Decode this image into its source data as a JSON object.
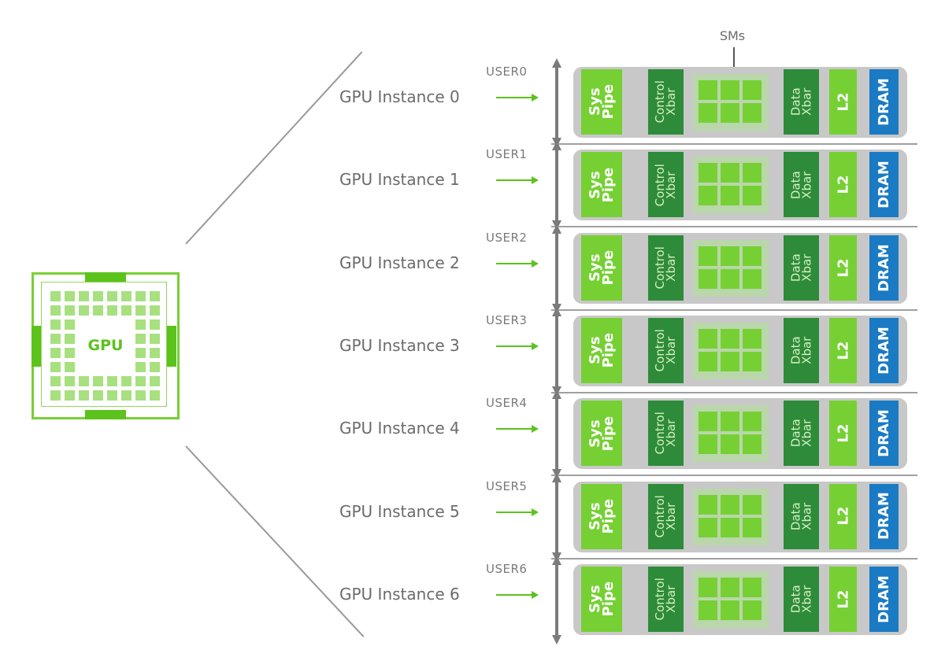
{
  "gpu": {
    "label": "GPU"
  },
  "sms_annotation": "SMs",
  "block_labels": {
    "sys_pipe": [
      "Sys",
      "Pipe"
    ],
    "control_xbar": [
      "Control",
      "Xbar"
    ],
    "data_xbar": [
      "Data",
      "Xbar"
    ],
    "l2": "L2",
    "dram": "DRAM"
  },
  "instances": [
    {
      "user": "USER0",
      "name": "GPU Instance 0"
    },
    {
      "user": "USER1",
      "name": "GPU Instance 1"
    },
    {
      "user": "USER2",
      "name": "GPU Instance 2"
    },
    {
      "user": "USER3",
      "name": "GPU Instance 3"
    },
    {
      "user": "USER4",
      "name": "GPU Instance 4"
    },
    {
      "user": "USER5",
      "name": "GPU Instance 5"
    },
    {
      "user": "USER6",
      "name": "GPU Instance 6"
    }
  ],
  "colors": {
    "nvidia_green": "#76d034",
    "dark_green": "#2e8b3a",
    "dram_blue": "#1a7bc4",
    "card_gray": "#c8c8c8"
  }
}
